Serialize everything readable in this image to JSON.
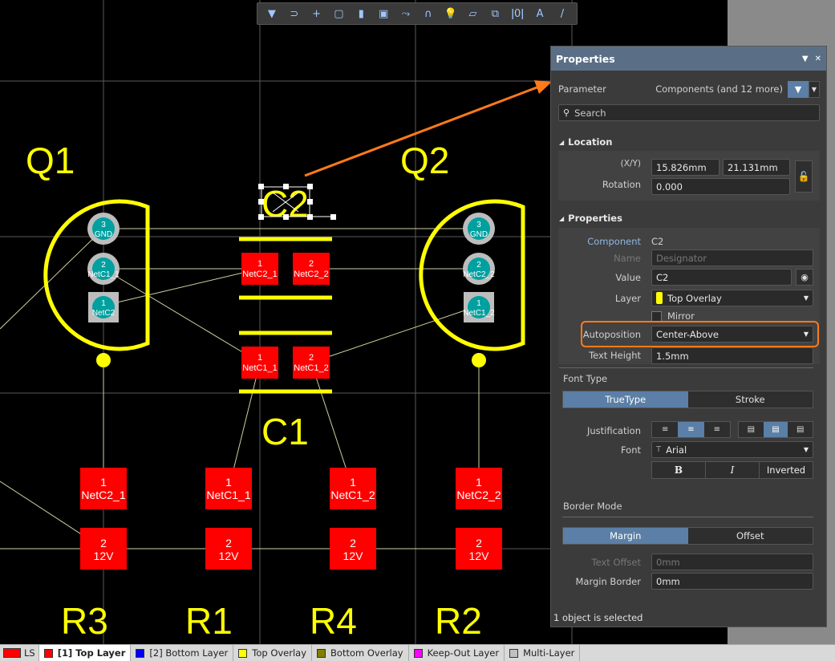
{
  "canvas": {
    "designators": {
      "q1": "Q1",
      "q2": "Q2",
      "c1": "C1",
      "c2": "C2",
      "r3": "R3",
      "r1": "R1",
      "r4": "R4",
      "r2": "R2"
    },
    "q1_pads": [
      [
        "3",
        "GND"
      ],
      [
        "2",
        "NetC1_1"
      ],
      [
        "1",
        "NetC2"
      ]
    ],
    "q2_pads": [
      [
        "3",
        "GND"
      ],
      [
        "2",
        "NetC2_2"
      ],
      [
        "1",
        "NetC1_2"
      ]
    ],
    "c2_pads": [
      [
        "1",
        "NetC2_1"
      ],
      [
        "2",
        "NetC2_2"
      ]
    ],
    "c1_pads": [
      [
        "1",
        "NetC1_1"
      ],
      [
        "2",
        "NetC1_2"
      ]
    ],
    "resistor_top_pads": [
      [
        "1",
        "NetC2_1"
      ],
      [
        "1",
        "NetC1_1"
      ],
      [
        "1",
        "NetC1_2"
      ],
      [
        "1",
        "NetC2_2"
      ]
    ],
    "resistor_bottom_pads": [
      [
        "2",
        "12V"
      ],
      [
        "2",
        "12V"
      ],
      [
        "2",
        "12V"
      ],
      [
        "2",
        "12V"
      ]
    ],
    "colors": {
      "overlay": "#ffff00",
      "pad_red": "#ff0000",
      "via_teal": "#00a0a0",
      "grid": "#555555"
    }
  },
  "toolbar": {
    "icons": [
      "filter-icon",
      "route-icon",
      "add-icon",
      "select-rect-icon",
      "chart-icon",
      "component-icon",
      "net-icon",
      "arc-icon",
      "highlight-icon",
      "layers-icon",
      "measure-icon",
      "text-string-icon",
      "text-icon",
      "line-icon"
    ],
    "glyphs": [
      "▼",
      "⊃",
      "+",
      "▢",
      "▮",
      "▣",
      "⤳",
      "∩",
      "💡",
      "▱",
      "⧉",
      "ǀ0ǀ",
      "A",
      "/"
    ]
  },
  "panel": {
    "title": "Properties",
    "parameter_label": "Parameter",
    "filter_text": "Components (and 12 more)",
    "search_placeholder": "Search",
    "location_section": "Location",
    "xy_label": "(X/Y)",
    "x_value": "15.826mm",
    "y_value": "21.131mm",
    "rotation_label": "Rotation",
    "rotation_value": "0.000",
    "properties_section": "Properties",
    "component_label": "Component",
    "component_value": "C2",
    "name_label": "Name",
    "name_value": "Designator",
    "value_label": "Value",
    "value_value": "C2",
    "layer_label": "Layer",
    "layer_value": "Top Overlay",
    "mirror_label": "Mirror",
    "autoposition_label": "Autoposition",
    "autoposition_value": "Center-Above",
    "text_height_label": "Text Height",
    "text_height_value": "1.5mm",
    "font_type_label": "Font Type",
    "font_type_truetype": "TrueType",
    "font_type_stroke": "Stroke",
    "justification_label": "Justification",
    "font_label": "Font",
    "font_value": "Arial",
    "bold_label": "B",
    "italic_label": "I",
    "inverted_label": "Inverted",
    "border_mode_label": "Border Mode",
    "margin_label": "Margin",
    "offset_label": "Offset",
    "text_offset_label": "Text Offset",
    "text_offset_value": "0mm",
    "margin_border_label": "Margin Border",
    "margin_border_value": "0mm",
    "status": "1 object is selected",
    "highlight_color": "#ff7a1a"
  },
  "layerbar": {
    "ls_label": "LS",
    "tabs": [
      {
        "label": "[1] Top Layer",
        "color": "#ff0000",
        "active": true
      },
      {
        "label": "[2] Bottom Layer",
        "color": "#0000ff",
        "active": false
      },
      {
        "label": "Top Overlay",
        "color": "#ffff00",
        "active": false
      },
      {
        "label": "Bottom Overlay",
        "color": "#808000",
        "active": false
      },
      {
        "label": "Keep-Out Layer",
        "color": "#ff00ff",
        "active": false
      },
      {
        "label": "Multi-Layer",
        "color": "#c0c0c0",
        "active": false
      }
    ]
  }
}
